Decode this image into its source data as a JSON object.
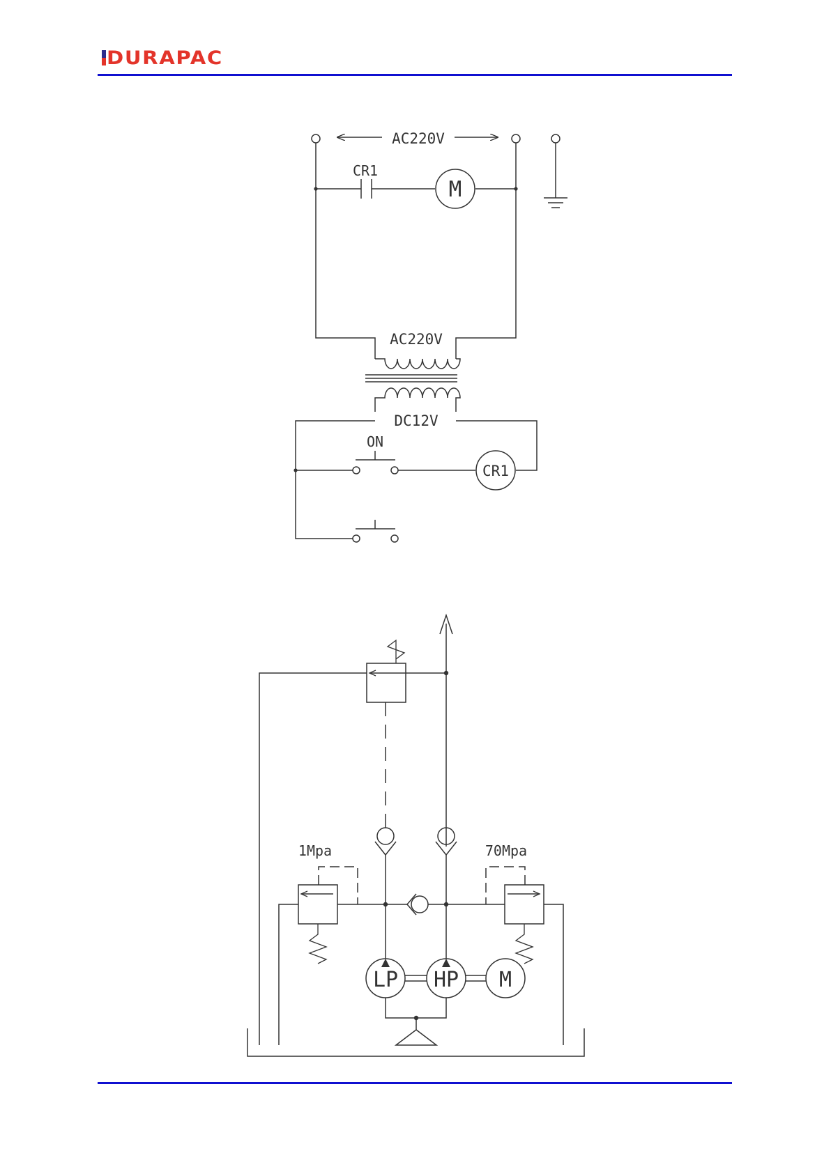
{
  "header": {
    "brand": "DURAPAC",
    "brand_color": "#e3342a",
    "mark_colors": [
      "#2c2c8c",
      "#e3342a"
    ],
    "rule_color": "#1010d0"
  },
  "electrical": {
    "supply_label": "AC220V",
    "contact_label": "CR1",
    "motor_label": "M",
    "primary_label": "AC220V",
    "secondary_label": "DC12V",
    "switch_on_label": "ON",
    "relay_coil_label": "CR1"
  },
  "hydraulic": {
    "low_relief_label": "1Mpa",
    "high_relief_label": "70Mpa",
    "lp_pump_label": "LP",
    "hp_pump_label": "HP",
    "motor_label": "M"
  },
  "line_color": "#333333"
}
